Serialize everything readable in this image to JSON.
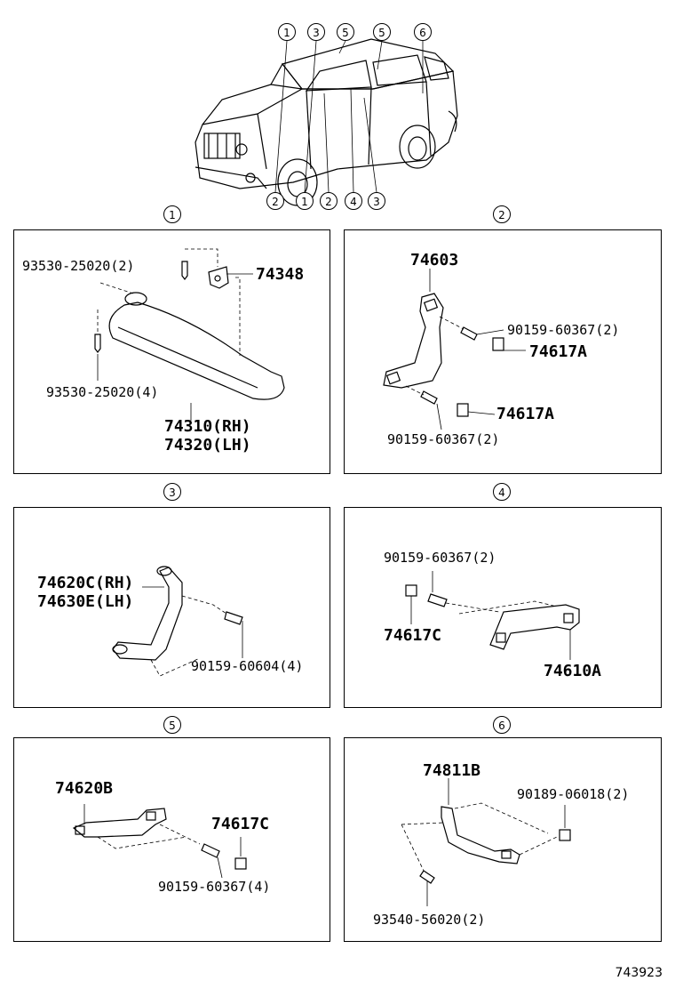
{
  "overview": {
    "callouts_top": [
      "1",
      "3",
      "5",
      "5",
      "6"
    ],
    "callouts_bottom": [
      "2",
      "1",
      "2",
      "4",
      "3"
    ]
  },
  "sections": [
    {
      "index": "1",
      "labels": [
        "93530-25020(2)",
        "74348",
        "93530-25020(4)",
        "74310(RH)",
        "74320(LH)"
      ]
    },
    {
      "index": "2",
      "labels": [
        "74603",
        "90159-60367(2)",
        "74617A",
        "74617A",
        "90159-60367(2)"
      ]
    },
    {
      "index": "3",
      "labels": [
        "74620C(RH)",
        "74630E(LH)",
        "90159-60604(4)"
      ]
    },
    {
      "index": "4",
      "labels": [
        "90159-60367(2)",
        "74617C",
        "74610A"
      ]
    },
    {
      "index": "5",
      "labels": [
        "74620B",
        "74617C",
        "90159-60367(4)"
      ]
    },
    {
      "index": "6",
      "labels": [
        "74811B",
        "90189-06018(2)",
        "93540-56020(2)"
      ]
    }
  ],
  "reference_number": "743923",
  "colors": {
    "line": "#000000",
    "background": "#ffffff"
  }
}
